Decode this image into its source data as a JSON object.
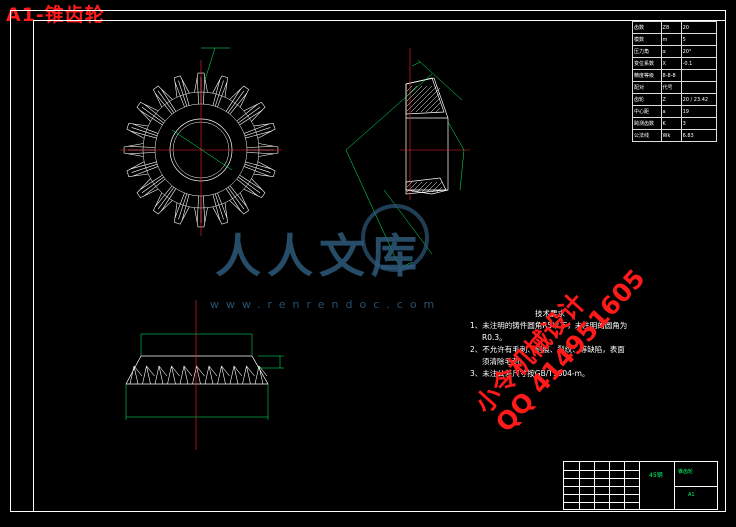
{
  "title": "A1-锥齿轮",
  "param_table": {
    "rows": [
      [
        "齿数",
        "Z8",
        "20"
      ],
      [
        "模数",
        "m",
        "5"
      ],
      [
        "压力角",
        "α",
        "20°"
      ],
      [
        "变位系数",
        "X",
        "-0.1"
      ],
      [
        "精度等级",
        "8-8-8",
        ""
      ],
      [
        "配对",
        "代号",
        ""
      ],
      [
        "齿轮",
        "Z",
        "20 / 23.42"
      ],
      [
        "中心距",
        "a",
        "19"
      ],
      [
        "跨测齿数",
        "K",
        "3"
      ],
      [
        "公法线",
        "Wk",
        "6.83"
      ]
    ]
  },
  "tech_requirements": {
    "heading": "技术要求",
    "items": [
      "1、未注明的铸件圆角R5以下，未注明的圆角为",
      "R0.3。",
      "2、不允许有毛刺、刻痕、裂纹、等缺陷，表面",
      "须清除毛刺。",
      "3、未注公差尺寸按GB/T1804-m。"
    ]
  },
  "watermark": {
    "brand": "人人文库",
    "url": "www.renrendoc.com"
  },
  "stamp": {
    "line1": "小令机械设计",
    "line2": "QQ 414951605"
  },
  "title_block": {
    "part_name": "锥齿轮",
    "material": "45钢",
    "drawing_no": "A1"
  },
  "colors": {
    "background": "#000000",
    "line": "#ffffff",
    "dim": "#00ff66",
    "center": "#ff2020",
    "stamp": "#ff1a1a",
    "watermark": "#2e5a7a"
  }
}
